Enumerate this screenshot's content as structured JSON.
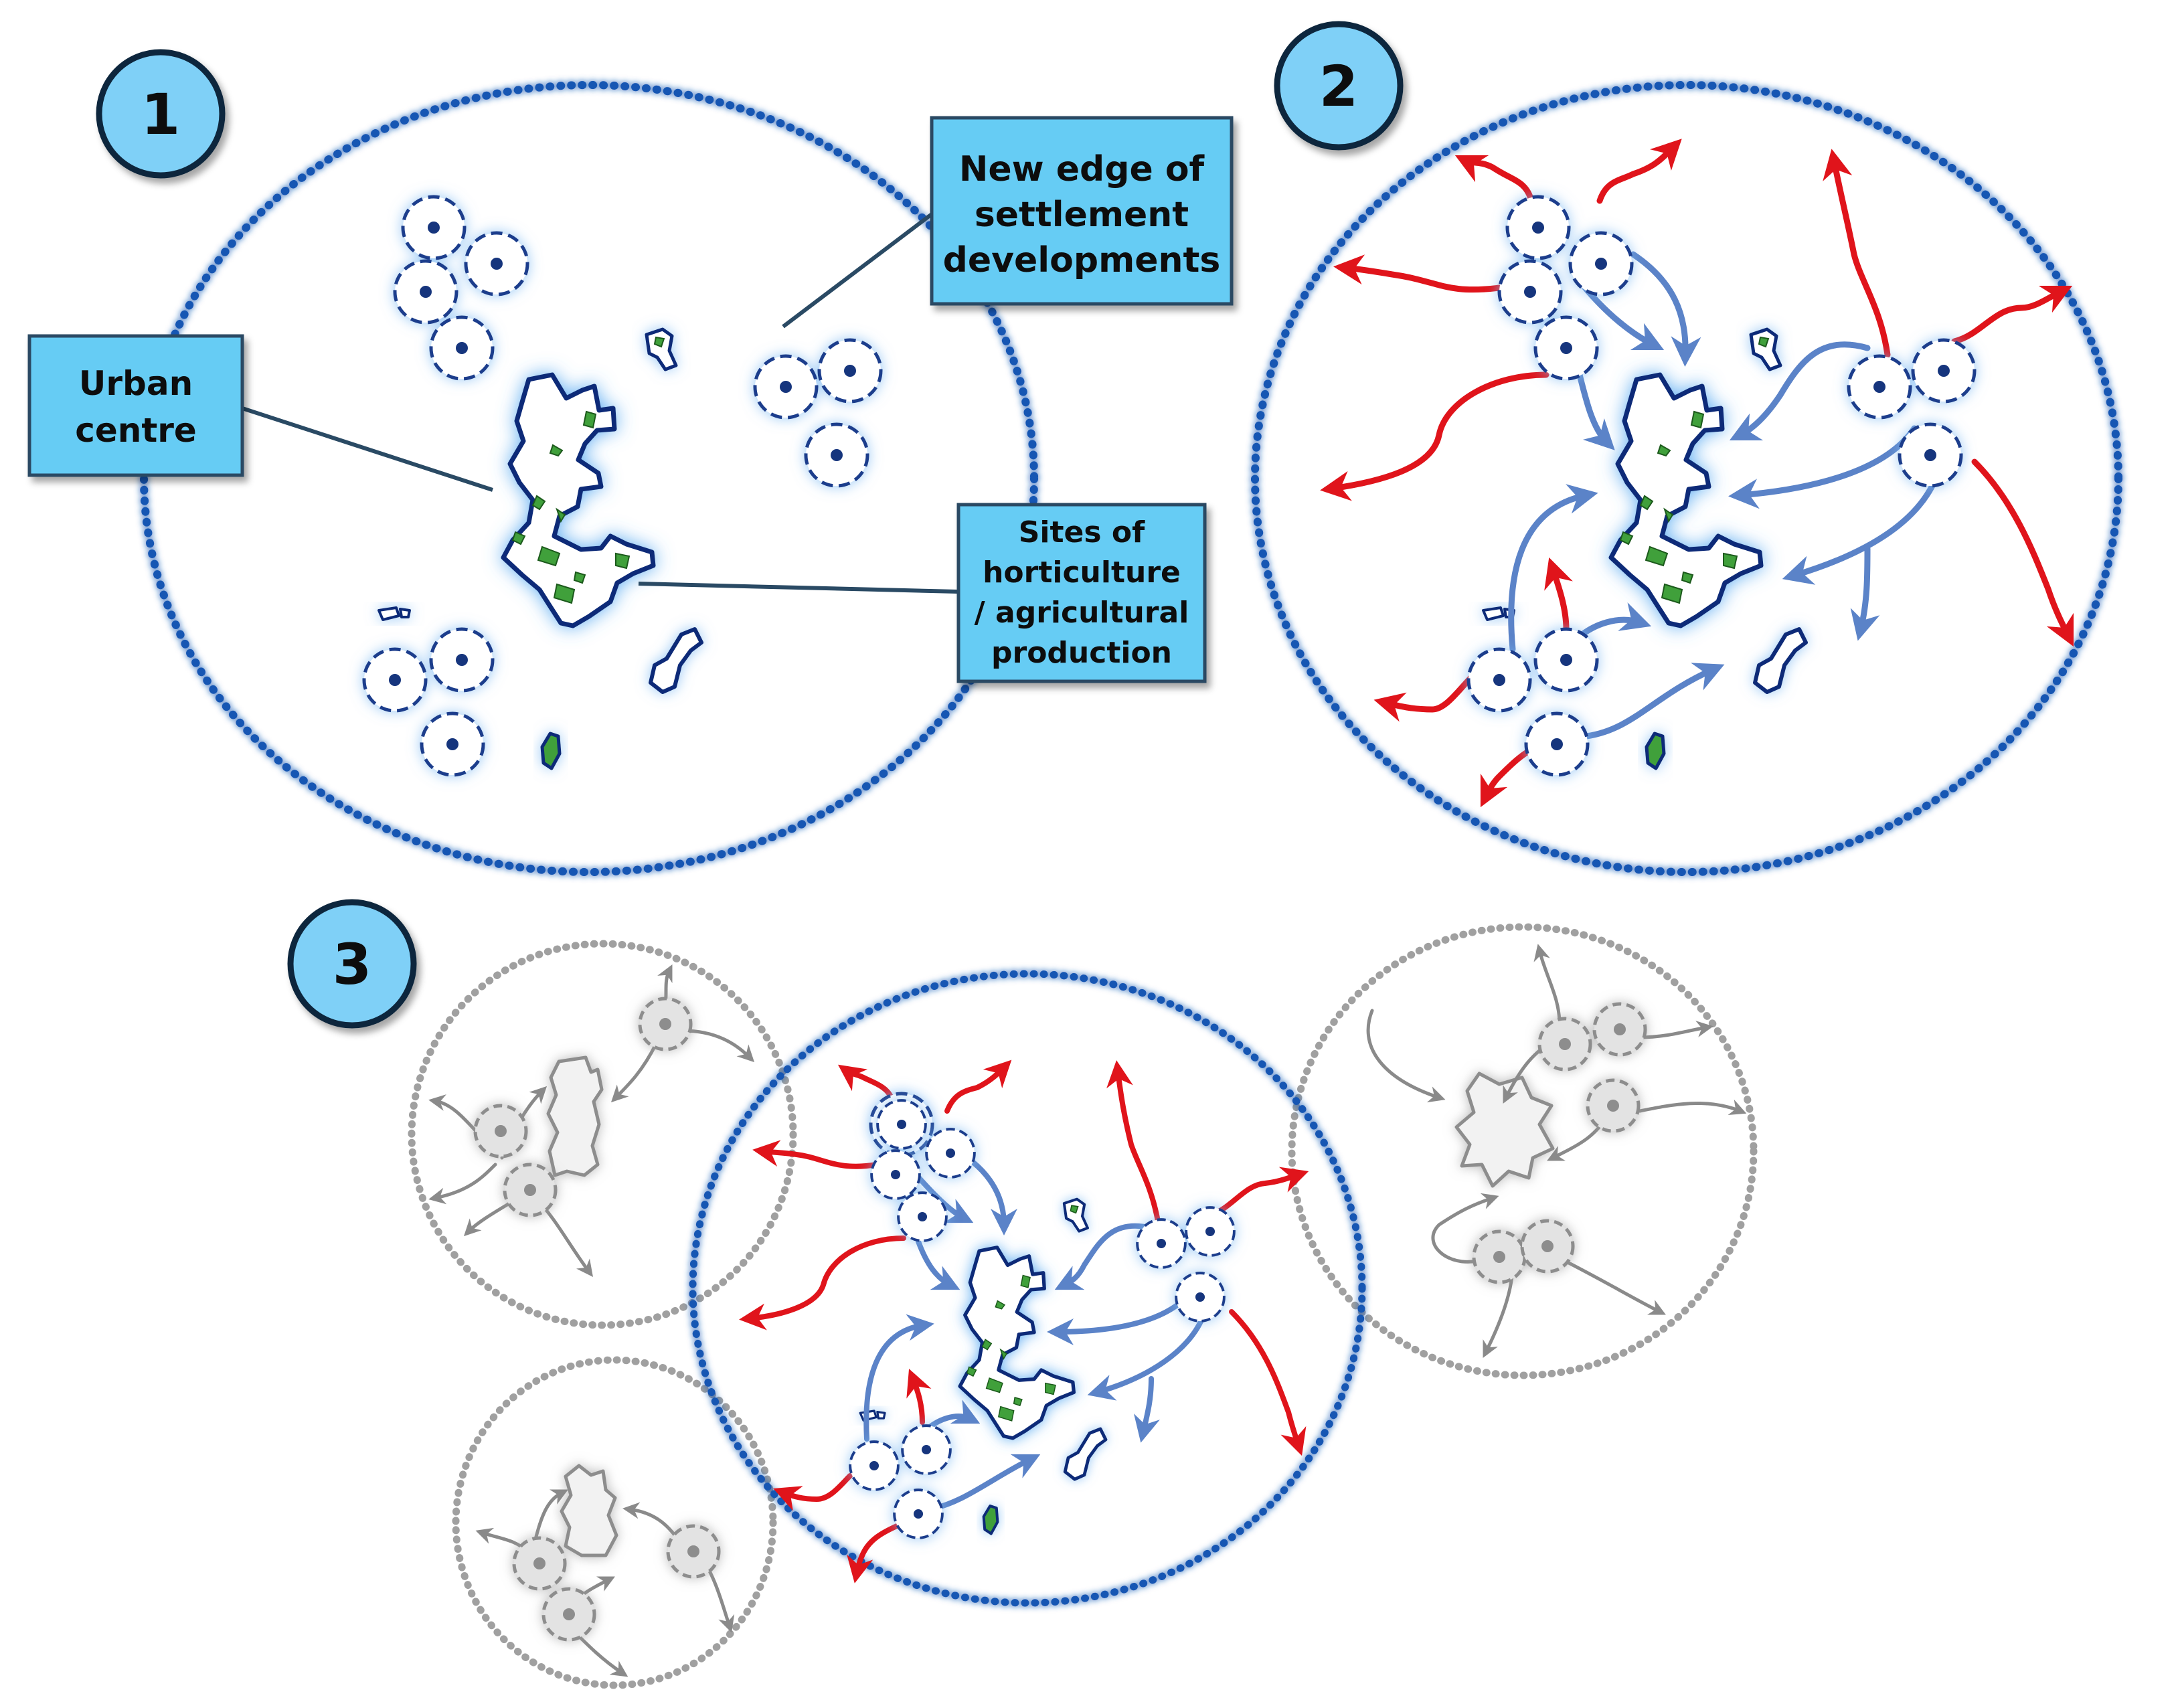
{
  "steps": [
    {
      "number": "1"
    },
    {
      "number": "2"
    },
    {
      "number": "3"
    }
  ],
  "labels": {
    "urban_centre": [
      "Urban",
      "centre"
    ],
    "new_edge": [
      "New edge of",
      "settlement",
      "developments"
    ],
    "horticulture": [
      "Sites of",
      "horticulture",
      "/ agricultural",
      "production"
    ]
  },
  "colors": {
    "badge_fill": "#7fd0f7",
    "label_box_fill": "#66ccf4",
    "boundary_blue": "#1257b3",
    "settlement_ring": "#1b3e8c",
    "centre_dot": "#17367d",
    "city_outline": "#0b2a78",
    "city_glow": "#4aa0ef",
    "green_patch": "#3fa03a",
    "inward_arrow": "#5b83c8",
    "outward_arrow": "#e0141b",
    "ghost_gray": "#9a9a9a"
  }
}
